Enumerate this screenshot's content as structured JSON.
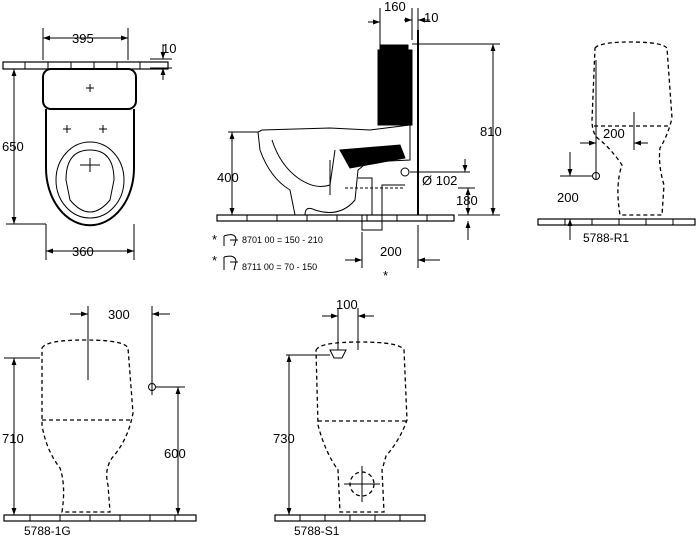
{
  "top_view": {
    "width_top": "395",
    "offset_top": "10",
    "height": "650",
    "width_bottom": "360"
  },
  "side_view": {
    "depth_top": "160",
    "wall_gap": "10",
    "total_height": "810",
    "outlet_height": "400",
    "pipe_diameter": "Ø 102",
    "inlet_height": "180",
    "outlet_offset": "200",
    "asterisk": "*",
    "note_1": "8701 00  = 150 - 210",
    "note_2": "8711 00  = 70 -  150"
  },
  "variant_r1": {
    "model": "5788-R1",
    "horizontal": "200",
    "vertical": "200"
  },
  "variant_1g": {
    "model": "5788-1G",
    "horizontal": "300",
    "total_height": "710",
    "inlet_height": "600"
  },
  "variant_s1": {
    "model": "5788-S1",
    "horizontal": "100",
    "total_height": "730"
  }
}
